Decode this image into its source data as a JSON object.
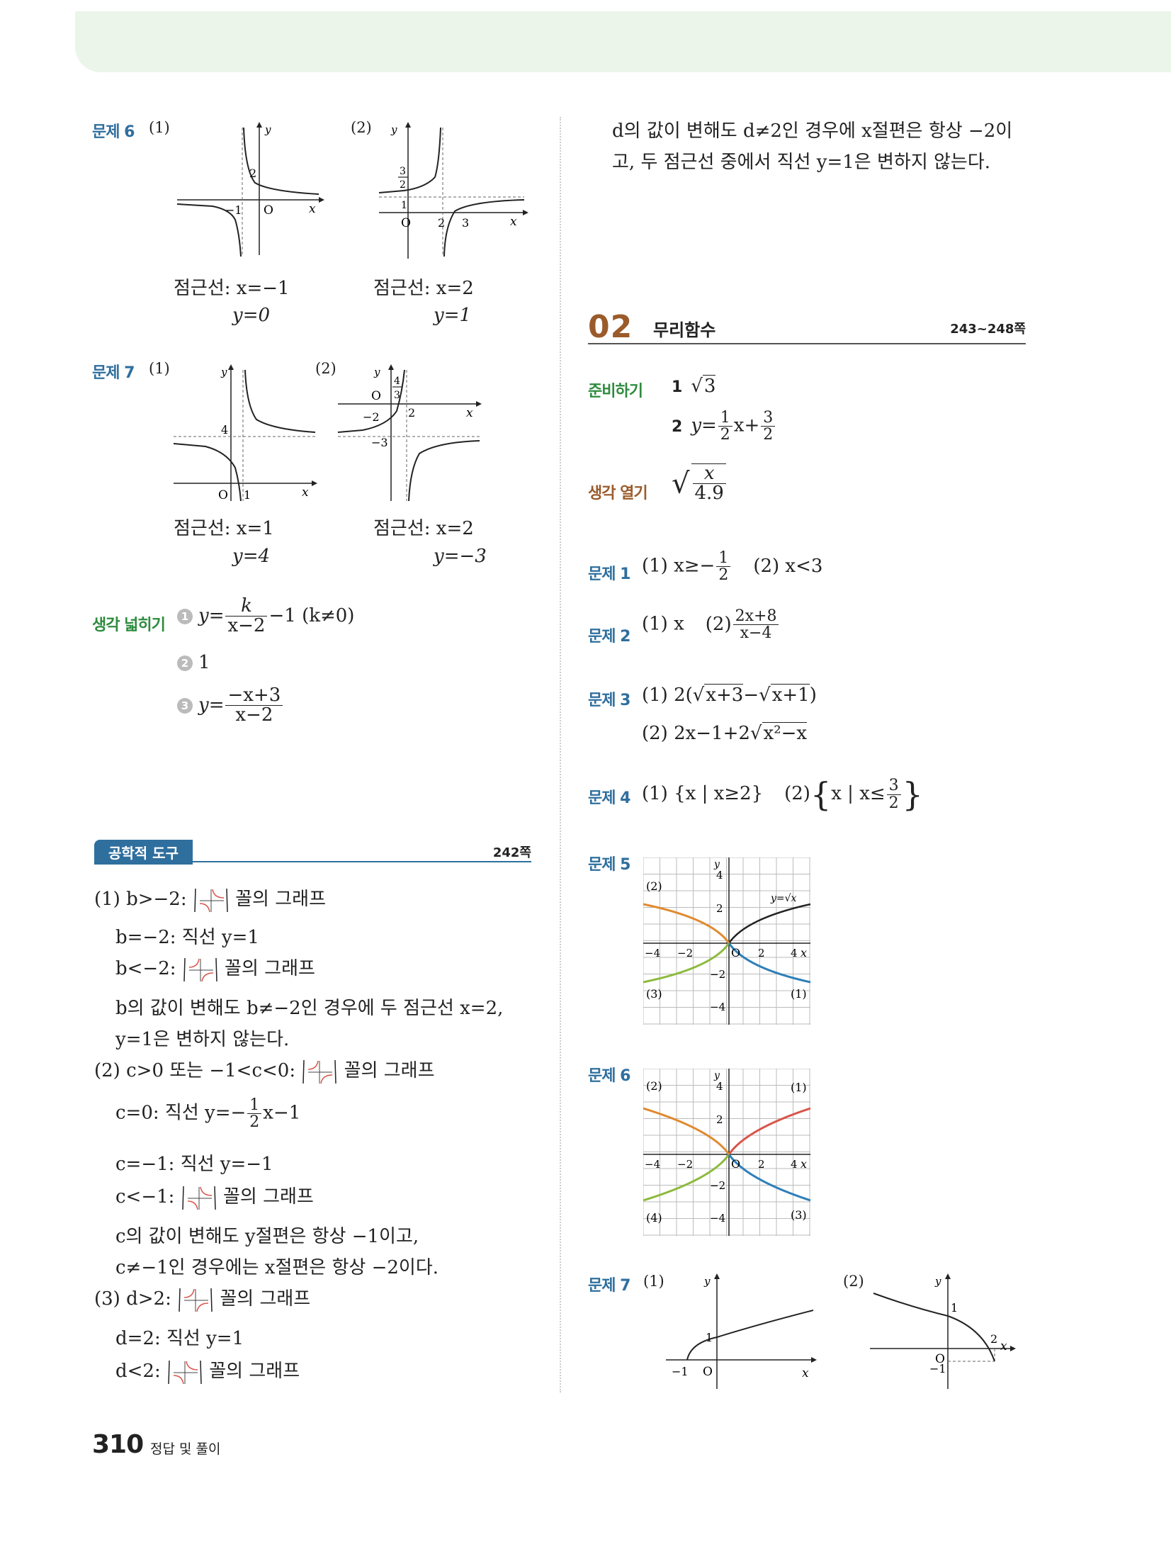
{
  "page": {
    "number": "310",
    "footer_title": "정답 및 풀이"
  },
  "left": {
    "p6": {
      "label": "문제 6",
      "n1": "(1)",
      "n2": "(2)",
      "a1x": "점근선: x=−1",
      "a1y": "y=0",
      "a2x": "점근선: x=2",
      "a2y": "y=1"
    },
    "p7": {
      "label": "문제 7",
      "n1": "(1)",
      "n2": "(2)",
      "a1x": "점근선: x=1",
      "a1y": "y=4",
      "a2x": "점근선: x=2",
      "a2y": "y=−3"
    },
    "think": {
      "label": "생각 넓히기",
      "b1": "1",
      "b2": "2",
      "b3": "3",
      "l1_pre": "y=",
      "l1_num": "k",
      "l1_den": "x−2",
      "l1_post": "−1 (k≠0)",
      "l2": "1",
      "l3_pre": "y=",
      "l3_num": "−x+3",
      "l3_den": "x−2"
    },
    "tool": {
      "badge": "공학적 도구",
      "page_ref": "242쪽",
      "g": "꼴의 그래프",
      "l1": "(1) b>−2:",
      "l2": "b=−2: 직선 y=1",
      "l3": "b<−2:",
      "l4": "b의 값이 변해도 b≠−2인 경우에 두 점근선 x=2,",
      "l5": "y=1은 변하지 않는다.",
      "l6": "(2) c>0 또는 −1<c<0:",
      "l7_pre": "c=0: 직선 y=−",
      "l7_num": "1",
      "l7_den": "2",
      "l7_post": "x−1",
      "l8": "c=−1: 직선 y=−1",
      "l9": "c<−1:",
      "l10": "c의 값이 변해도 y절편은 항상 −1이고,",
      "l11": "c≠−1인 경우에는 x절편은 항상 −2이다.",
      "l12": "(3) d>2:",
      "l13": "d=2: 직선 y=1",
      "l14": "d<2:"
    }
  },
  "right": {
    "top1": "d의 값이 변해도 d≠2인 경우에 x절편은 항상 −2이",
    "top2": "고, 두 점근선 중에서 직선 y=1은 변하지 않는다.",
    "sec": {
      "num": "02",
      "title": "무리함수",
      "pages": "243~248쪽"
    },
    "prep": {
      "label": "준비하기",
      "n1": "1",
      "a1": "3",
      "n2": "2",
      "a2_pre": "y=",
      "a2_n1": "1",
      "a2_d1": "2",
      "a2_mid": "x+",
      "a2_n2": "3",
      "a2_d2": "2"
    },
    "open": {
      "label": "생각 열기",
      "num": "x",
      "den": "4.9"
    },
    "p1": {
      "label": "문제 1",
      "a_pre": "(1) x≥−",
      "a_num": "1",
      "a_den": "2",
      "b": "(2) x<3"
    },
    "p2": {
      "label": "문제 2",
      "a": "(1) x",
      "b_pre": "(2)",
      "b_num": "2x+8",
      "b_den": "x−4"
    },
    "p3": {
      "label": "문제 3",
      "a_pre": "(1) 2(",
      "a_r1": "x+3",
      "a_mid": "−",
      "a_r2": "x+1",
      "a_post": ")",
      "b_pre": "(2) 2x−1+2",
      "b_r": "x²−x"
    },
    "p4": {
      "label": "문제 4",
      "a": "(1) {x | x≥2}",
      "b_pre": "(2)",
      "b_set": "x | x≤",
      "b_num": "3",
      "b_den": "2"
    },
    "p5": {
      "label": "문제 5"
    },
    "p6": {
      "label": "문제 6"
    },
    "p7": {
      "label": "문제 7",
      "n1": "(1)",
      "n2": "(2)"
    }
  },
  "graphs": {
    "lg6a": {
      "y": "y",
      "x": "x",
      "o": "O",
      "t1": "−1",
      "t2": "2"
    },
    "lg6b": {
      "y": "y",
      "x": "x",
      "o": "O",
      "t1": "3",
      "t2": "2",
      "t3": "1",
      "t4": "2",
      "t5": "3"
    },
    "lg7a": {
      "y": "y",
      "x": "x",
      "o": "O",
      "t1": "1",
      "t2": "4"
    },
    "lg7b": {
      "y": "y",
      "x": "x",
      "o": "O",
      "t1": "4",
      "t2": "3",
      "t3": "2",
      "t4": "−2",
      "t5": "−3"
    },
    "rg5": {
      "y": "y",
      "x": "x",
      "o": "O",
      "n4": "4",
      "n2": "2",
      "m2": "−2",
      "m4": "−4",
      "xm4": "−4",
      "xm2": "−2",
      "x2": "2",
      "x4": "4",
      "l1": "(1)",
      "l2": "(2)",
      "l3": "(3)",
      "fn": "y=√x"
    },
    "rg6": {
      "y": "y",
      "x": "x",
      "o": "O",
      "n4": "4",
      "n2": "2",
      "m2": "−2",
      "m4": "−4",
      "xm4": "−4",
      "xm2": "−2",
      "x2": "2",
      "x4": "4",
      "l1": "(1)",
      "l2": "(2)",
      "l3": "(3)",
      "l4": "(4)"
    },
    "rg7a": {
      "y": "y",
      "x": "x",
      "o": "O",
      "t1": "1",
      "t2": "−1"
    },
    "rg7b": {
      "y": "y",
      "x": "x",
      "o": "O",
      "t1": "1",
      "t2": "2",
      "t3": "−1"
    }
  },
  "colors": {
    "orange": "#e08a2e",
    "green": "#8dba3c",
    "blue": "#2e7fb8",
    "red": "#d9544a",
    "label_blue": "#2f6f9e",
    "label_green": "#2e8b3e"
  }
}
